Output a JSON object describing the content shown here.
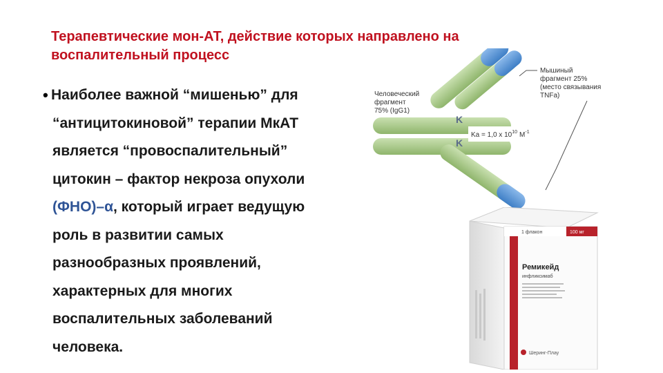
{
  "slide": {
    "title": "Терапевтические мон-АТ, действие которых направлено на воспалительный процесс",
    "bullet_char": "•",
    "body_lines": [
      "Наиболее важной “мишенью” для",
      "“антицитокиновой” терапии МкАТ",
      "является “провоспалительный”",
      "цитокин – фактор некроза опухоли",
      "(ФНО)–α",
      ", который играет ведущую",
      "роль в развитии самых",
      "разнообразных проявлений,",
      "характерных для многих",
      "воспалительных заболеваний",
      "человека."
    ]
  },
  "antibody_figure": {
    "human_fragment_label": [
      "Человеческий",
      "фрагмент",
      "75% (IgG1)"
    ],
    "mouse_fragment_label": [
      "Мышиный",
      "фрагмент 25%",
      "(место связывания",
      "TNFa)"
    ],
    "kappa_label": "K",
    "affinity_label": "Ka = 1,0 x 10",
    "affinity_exp": "10",
    "affinity_unit": "M",
    "affinity_unit_exp": "-1",
    "colors": {
      "human": "#a9c98a",
      "mouse": "#5b97d6"
    }
  },
  "drug_box": {
    "vials": "1 флакон",
    "dose": "100 мг",
    "brand": "Ремикейд",
    "generic": "инфликсимаб",
    "manufacturer": "Шеринг-Плау"
  }
}
